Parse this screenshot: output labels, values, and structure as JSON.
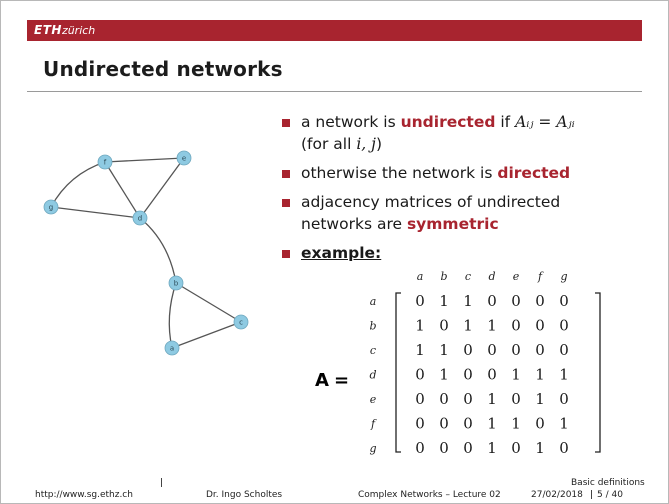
{
  "header": {
    "brand_bold": "ETH",
    "brand_rest": "zürich"
  },
  "title": "Undirected networks",
  "network": {
    "nodes": [
      {
        "id": "f"
      },
      {
        "id": "e"
      },
      {
        "id": "g"
      },
      {
        "id": "d"
      },
      {
        "id": "b"
      },
      {
        "id": "c"
      },
      {
        "id": "a"
      }
    ],
    "node_color": "#8ecae2",
    "edge_color": "#555555"
  },
  "bullets": {
    "b1_pre": "a network is ",
    "b1_red": "undirected",
    "b1_mid": " if ",
    "b1_math": "Aᵢⱼ = Aⱼᵢ",
    "b1_line2": "(for all ",
    "b1_line2_math": "i, j",
    "b1_line2_end": ")",
    "b2_pre": "otherwise the network is ",
    "b2_red": "directed",
    "b3_line1": "adjacency matrices of undirected",
    "b3_line2_pre": "networks are ",
    "b3_red": "symmetric",
    "b4": "example:"
  },
  "matrix": {
    "symbol": "A",
    "equals": "=",
    "col_labels": [
      "a",
      "b",
      "c",
      "d",
      "e",
      "f",
      "g"
    ],
    "row_labels": [
      "a",
      "b",
      "c",
      "d",
      "e",
      "f",
      "g"
    ],
    "rows": [
      [
        "0",
        "1",
        "1",
        "0",
        "0",
        "0",
        "0"
      ],
      [
        "1",
        "0",
        "1",
        "1",
        "0",
        "0",
        "0"
      ],
      [
        "1",
        "1",
        "0",
        "0",
        "0",
        "0",
        "0"
      ],
      [
        "0",
        "1",
        "0",
        "0",
        "1",
        "1",
        "1"
      ],
      [
        "0",
        "0",
        "0",
        "1",
        "0",
        "1",
        "0"
      ],
      [
        "0",
        "0",
        "0",
        "1",
        "1",
        "0",
        "1"
      ],
      [
        "0",
        "0",
        "0",
        "1",
        "0",
        "1",
        "0"
      ]
    ]
  },
  "footer": {
    "url": "http://www.sg.ethz.ch",
    "author": "Dr. Ingo Scholtes",
    "course": "Complex Networks – Lecture 02",
    "section": "Basic definitions",
    "date": "27/02/2018",
    "page": "5 / 40"
  },
  "colors": {
    "accent": "#a8242f"
  }
}
